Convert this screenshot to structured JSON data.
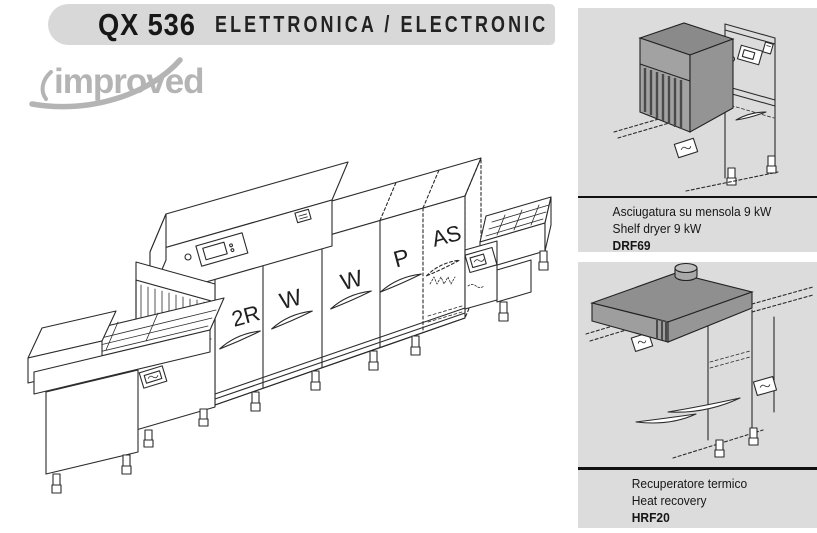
{
  "header": {
    "model": "QX 536",
    "subtitle": "ELETTRONICA / ELECTRONIC",
    "badge": "improved"
  },
  "machine": {
    "description": "flight-type conveyor dishwasher line drawing",
    "sections": [
      {
        "label": "2R"
      },
      {
        "label": "W"
      },
      {
        "label": "W"
      },
      {
        "label": "P"
      },
      {
        "label": "AS"
      }
    ]
  },
  "accessories": [
    {
      "name_it": "Asciugatura su mensola 9 kW",
      "name_en": "Shelf dryer 9 kW",
      "code": "DRF69"
    },
    {
      "name_it": "Recuperatore termico",
      "name_en": "Heat recovery",
      "code": "HRF20"
    }
  ],
  "colors": {
    "header_bg": "#d8d8d8",
    "panel_bg": "#dcdcdc",
    "logo_gray": "#b4b4b4",
    "unit_gray_front": "#a2a2a2",
    "unit_gray_side": "#949494",
    "unit_gray_top": "#8a8a8a",
    "line": "#2b2b2b"
  }
}
